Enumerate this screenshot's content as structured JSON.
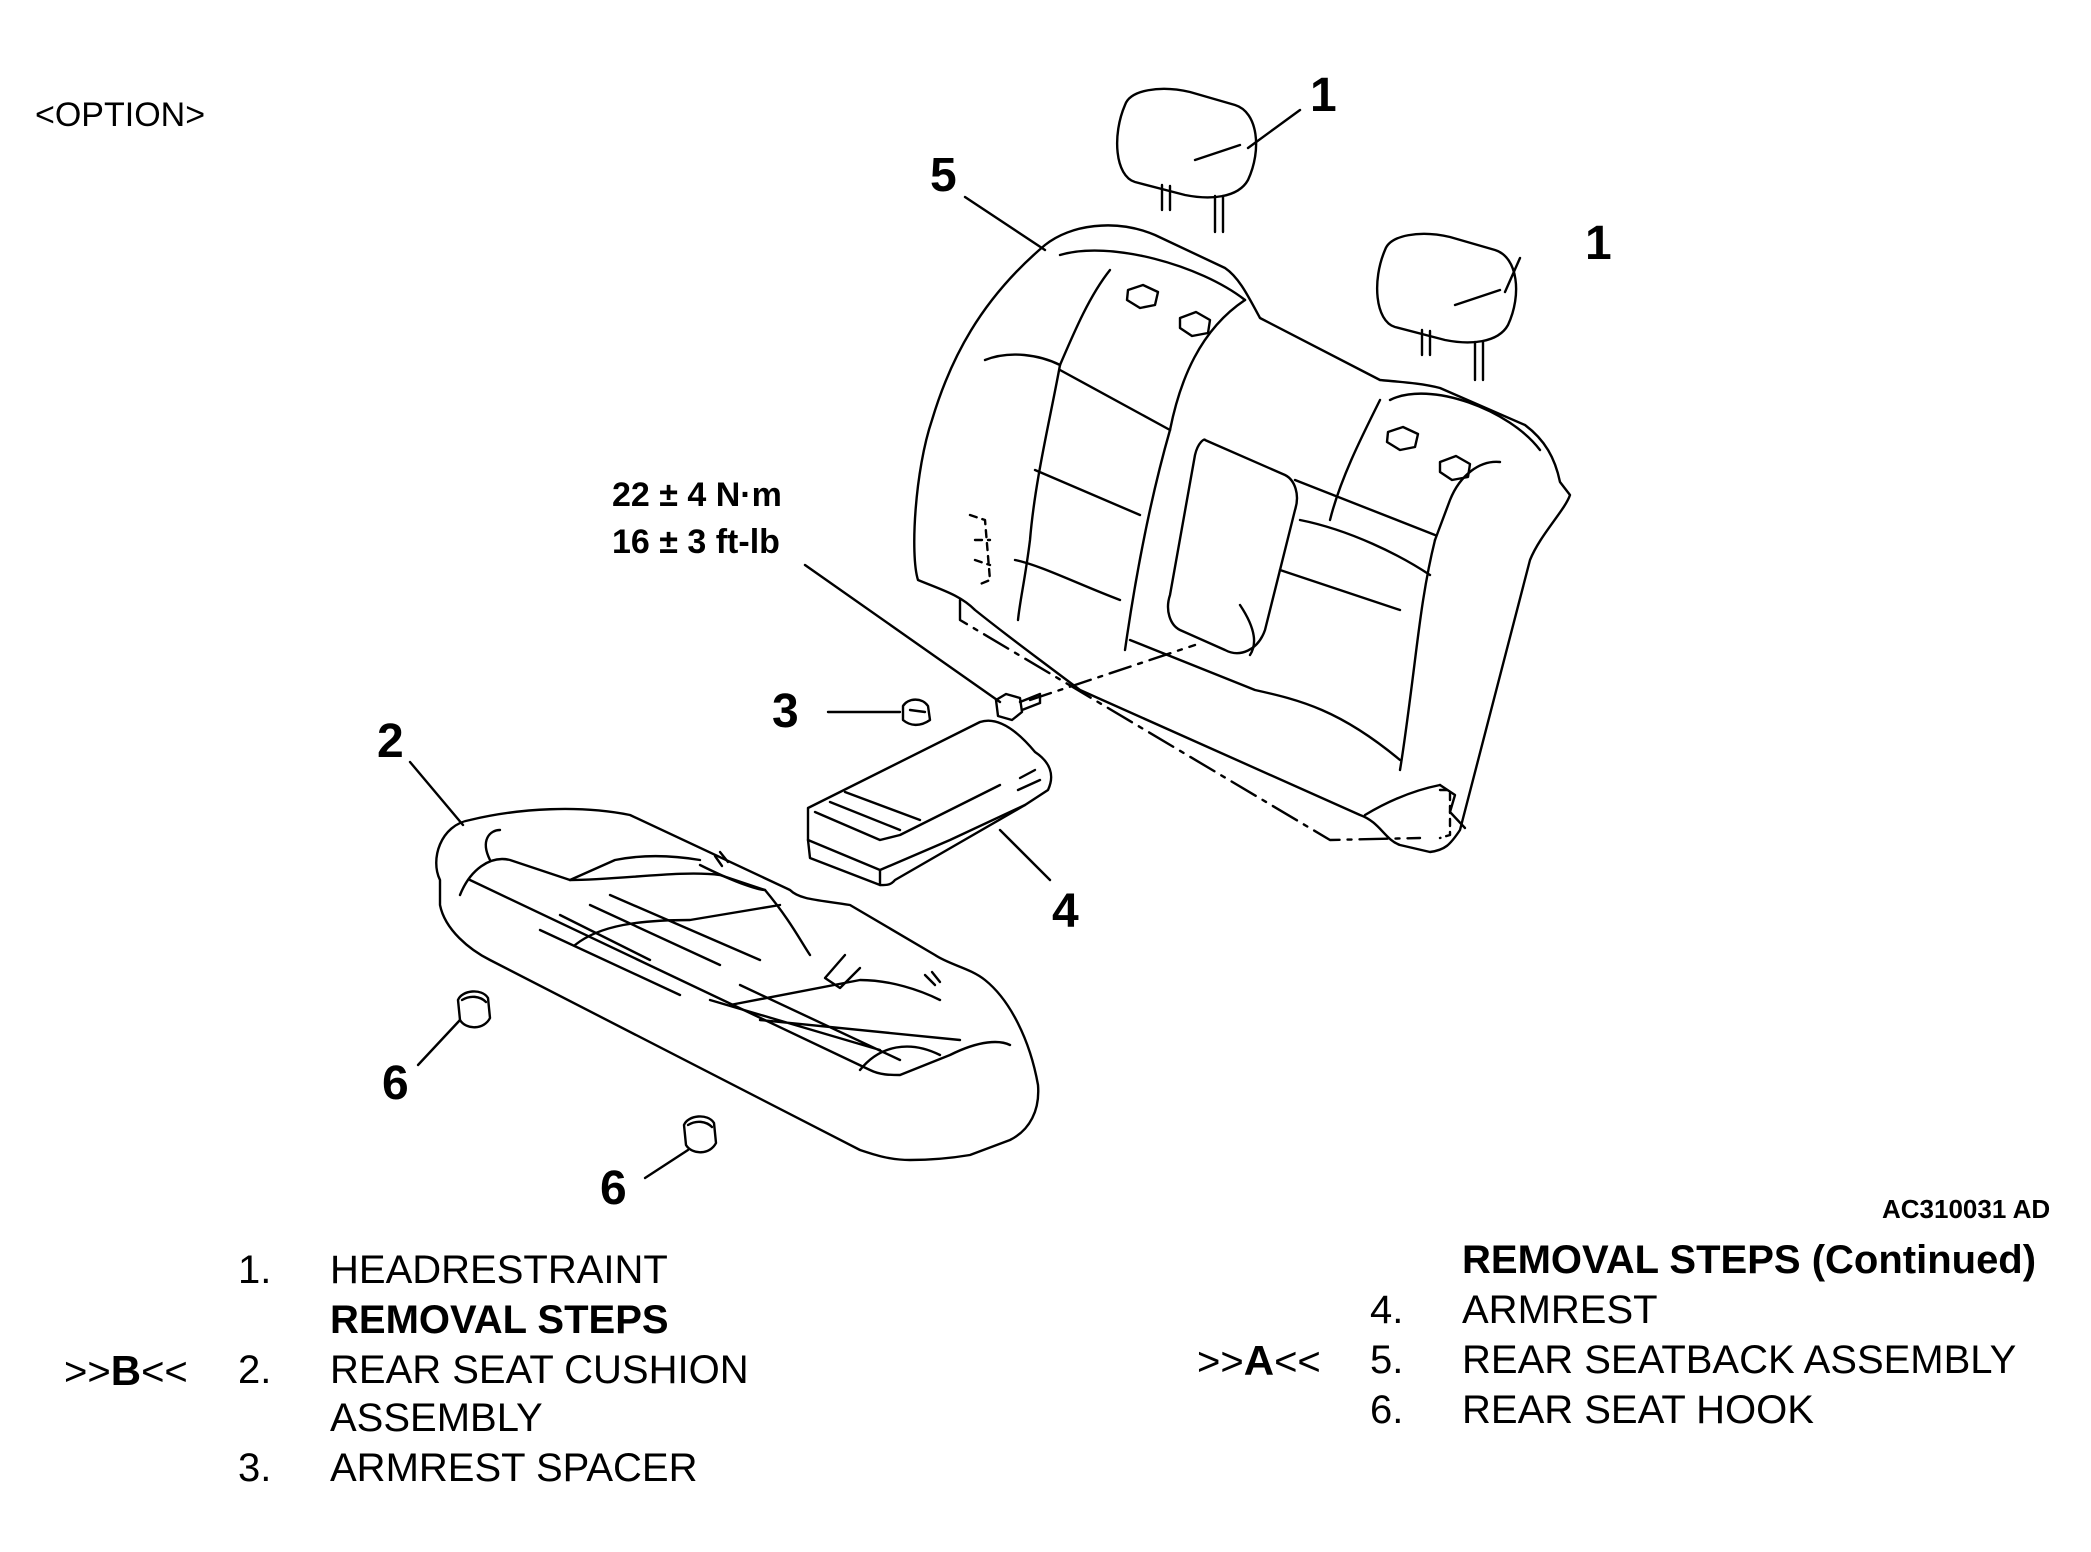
{
  "option_label": "<OPTION>",
  "torque": {
    "nm": "22 ± 4 N·m",
    "ftlb": "16 ± 3 ft-lb"
  },
  "callouts": {
    "c1a": "1",
    "c1b": "1",
    "c2": "2",
    "c3": "3",
    "c4": "4",
    "c5": "5",
    "c6a": "6",
    "c6b": "6"
  },
  "figure_code": "AC310031 AD",
  "legend_left": {
    "item1": {
      "num": "1.",
      "label": "HEADRESTRAINT"
    },
    "heading": "REMOVAL STEPS",
    "item2": {
      "marker_pre": ">>",
      "marker_letter": "B",
      "marker_post": "<<",
      "num": "2.",
      "label_line1": "REAR SEAT CUSHION",
      "label_line2": "ASSEMBLY"
    },
    "item3": {
      "num": "3.",
      "label": "ARMREST SPACER"
    }
  },
  "legend_right": {
    "heading": "REMOVAL STEPS (Continued)",
    "item4": {
      "num": "4.",
      "label": "ARMREST"
    },
    "item5": {
      "marker_pre": ">>",
      "marker_letter": "A",
      "marker_post": "<<",
      "num": "5.",
      "label": "REAR SEATBACK ASSEMBLY"
    },
    "item6": {
      "num": "6.",
      "label": "REAR SEAT HOOK"
    }
  }
}
